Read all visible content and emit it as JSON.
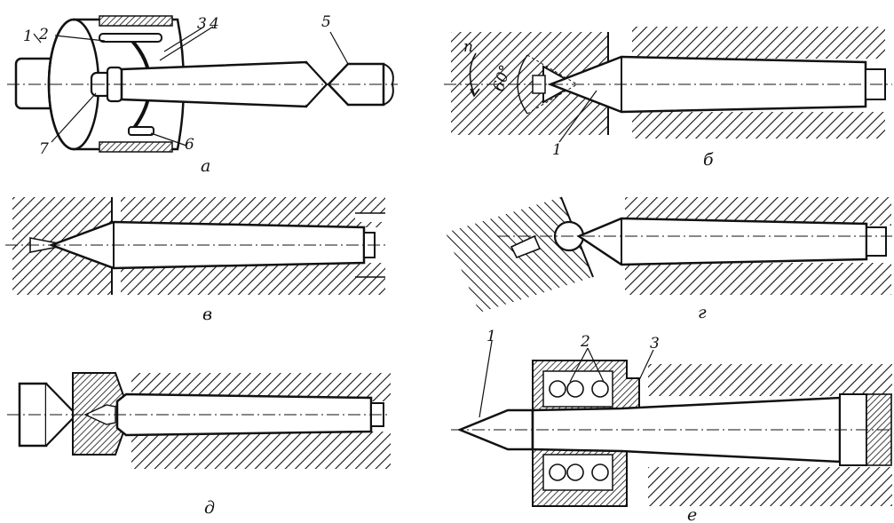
{
  "panels": [
    {
      "letter": "а",
      "callouts": [
        "1",
        "2",
        "3",
        "4",
        "5",
        "6",
        "7"
      ]
    },
    {
      "letter": "б",
      "callouts": [
        "1"
      ],
      "angle": "60°",
      "rotation": "n"
    },
    {
      "letter": "в",
      "callouts": []
    },
    {
      "letter": "г",
      "callouts": []
    },
    {
      "letter": "д",
      "callouts": []
    },
    {
      "letter": "е",
      "callouts": [
        "1",
        "2",
        "3"
      ]
    }
  ]
}
